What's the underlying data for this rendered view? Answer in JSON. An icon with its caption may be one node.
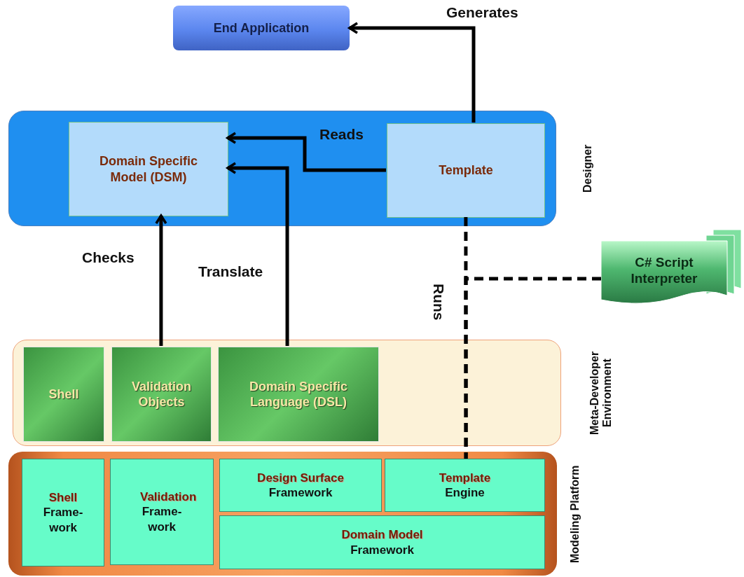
{
  "diagram": {
    "nodes": [
      {
        "text": [
          "End Application"
        ]
      },
      {
        "text": [
          "Designer"
        ]
      },
      {
        "text": [
          "Domain Specific Model (DSM)"
        ],
        "in": 1
      },
      {
        "text": [
          "Template"
        ],
        "in": 1
      },
      {
        "text": [
          "C# Script Interpreter"
        ]
      },
      {
        "text": [
          "Meta-Developer Environment"
        ]
      },
      {
        "text": [
          "Shell"
        ],
        "in": 5
      },
      {
        "text": [
          "Validation Objects"
        ],
        "in": 5
      },
      {
        "text": [
          "Domain Specific Language (DSL)"
        ],
        "in": 5
      },
      {
        "text": [
          "Modeling Platform"
        ]
      },
      {
        "text": [
          "Shell",
          "Frame- work"
        ],
        "in": 9
      },
      {
        "text": [
          "Validation",
          "Frame- work"
        ],
        "in": 9
      },
      {
        "text": [
          "Design Surface",
          "Framework"
        ],
        "in": 9
      },
      {
        "text": [
          "Template",
          "Engine"
        ],
        "in": 9
      },
      {
        "text": [
          "Domain Model",
          "Framework"
        ],
        "in": 9
      }
    ],
    "edges": [
      {
        "from": 3,
        "to": 0,
        "arrow": "to",
        "label": "Generates"
      },
      {
        "from": 3,
        "to": 2,
        "arrow": "to",
        "label": "Reads"
      },
      {
        "from": 8,
        "to": 2,
        "arrow": "to",
        "label": "Translate"
      },
      {
        "from": 7,
        "to": 2,
        "arrow": "to",
        "label": "Checks"
      },
      {
        "from": 3,
        "to": 13,
        "arrow": "none",
        "style": "dashed",
        "label": "Runs"
      },
      {
        "from": 4,
        "to": 13,
        "arrow": "none",
        "style": "dashed"
      }
    ]
  }
}
